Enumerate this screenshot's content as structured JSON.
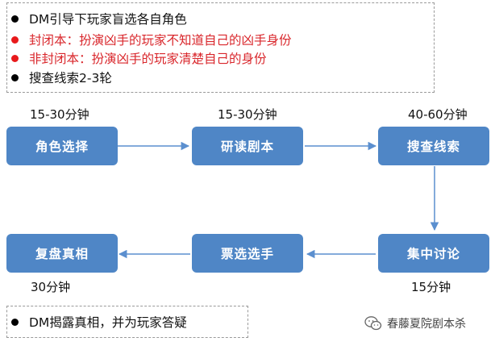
{
  "notes_top": [
    {
      "text": "DM引导下玩家盲选各自角色",
      "color": "#111111",
      "dot": "#000000"
    },
    {
      "text": "封闭本：扮演凶手的玩家不知道自己的凶手身份",
      "color": "#d9262b",
      "dot": "#e8191b"
    },
    {
      "text": "非封闭本：扮演凶手的玩家清楚自己的身份",
      "color": "#d9262b",
      "dot": "#e8191b"
    },
    {
      "text": "搜查线索2-3轮",
      "color": "#111111",
      "dot": "#000000"
    }
  ],
  "nodes": {
    "role_select": {
      "label": "角色选择",
      "duration": "15-30分钟"
    },
    "read_script": {
      "label": "研读剧本",
      "duration": "15-30分钟"
    },
    "search_clues": {
      "label": "搜查线索",
      "duration": "40-60分钟"
    },
    "group_discuss": {
      "label": "集中讨论",
      "duration": "15分钟"
    },
    "vote_killer": {
      "label": "票选选手",
      "duration": ""
    },
    "review_truth": {
      "label": "复盘真相",
      "duration": "30分钟"
    }
  },
  "note_bottom": {
    "text": "DM揭露真相，并为玩家答疑"
  },
  "watermark": {
    "text": "春藤夏院剧本杀",
    "icon": "wechat-icon"
  },
  "colors": {
    "node_fill": "#4f86c6",
    "arrow": "#5b8fcf",
    "red_text": "#d9262b"
  }
}
